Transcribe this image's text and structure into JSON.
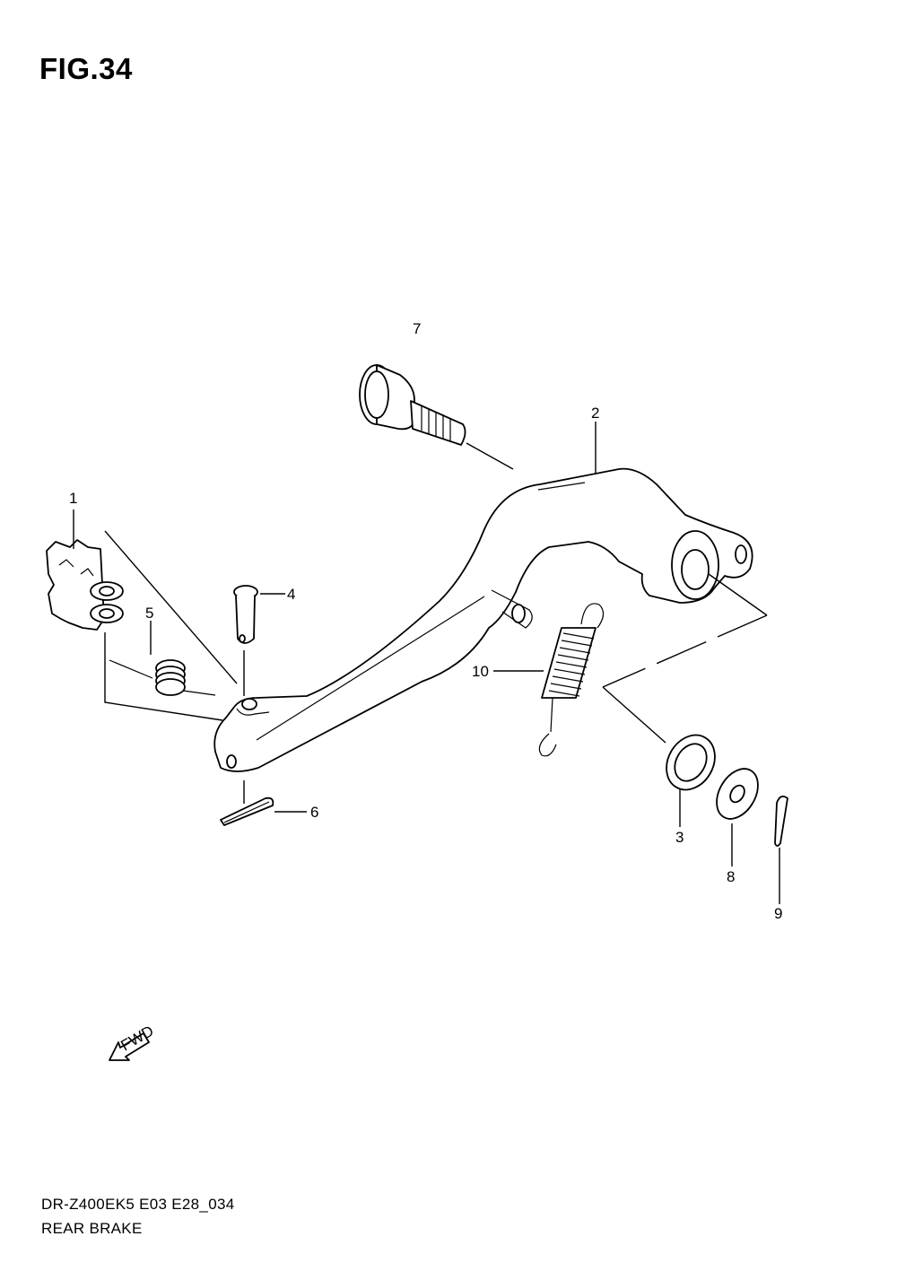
{
  "figure_title": "FIG.34",
  "callouts": [
    {
      "id": "1",
      "label": "1"
    },
    {
      "id": "2",
      "label": "2"
    },
    {
      "id": "3",
      "label": "3"
    },
    {
      "id": "4",
      "label": "4"
    },
    {
      "id": "5",
      "label": "5"
    },
    {
      "id": "6",
      "label": "6"
    },
    {
      "id": "7",
      "label": "7"
    },
    {
      "id": "8",
      "label": "8"
    },
    {
      "id": "9",
      "label": "9"
    },
    {
      "id": "10",
      "label": "10"
    }
  ],
  "fwd_arrow": {
    "label": "FWD",
    "icon": "forward-direction-arrow-icon"
  },
  "footer": {
    "model_code": "DR-Z400EK5 E03 E28_034",
    "section_name": "REAR BRAKE"
  }
}
